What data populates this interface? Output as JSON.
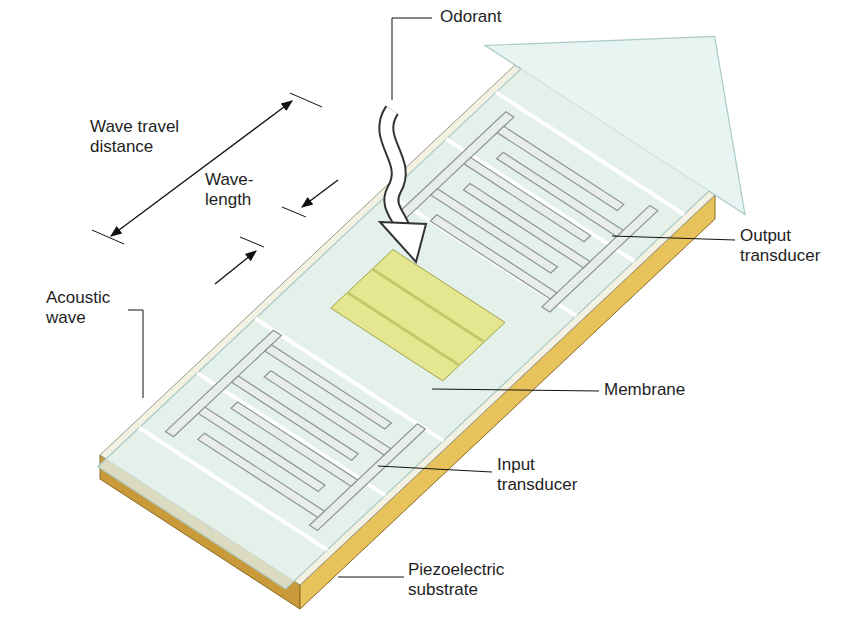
{
  "diagram": {
    "labels": [
      "Odorant",
      "Wave travel distance",
      "Wave- length",
      "Acoustic wave",
      "Output transducer",
      "Membrane",
      "Input transducer",
      "Piezoelectric substrate"
    ]
  }
}
